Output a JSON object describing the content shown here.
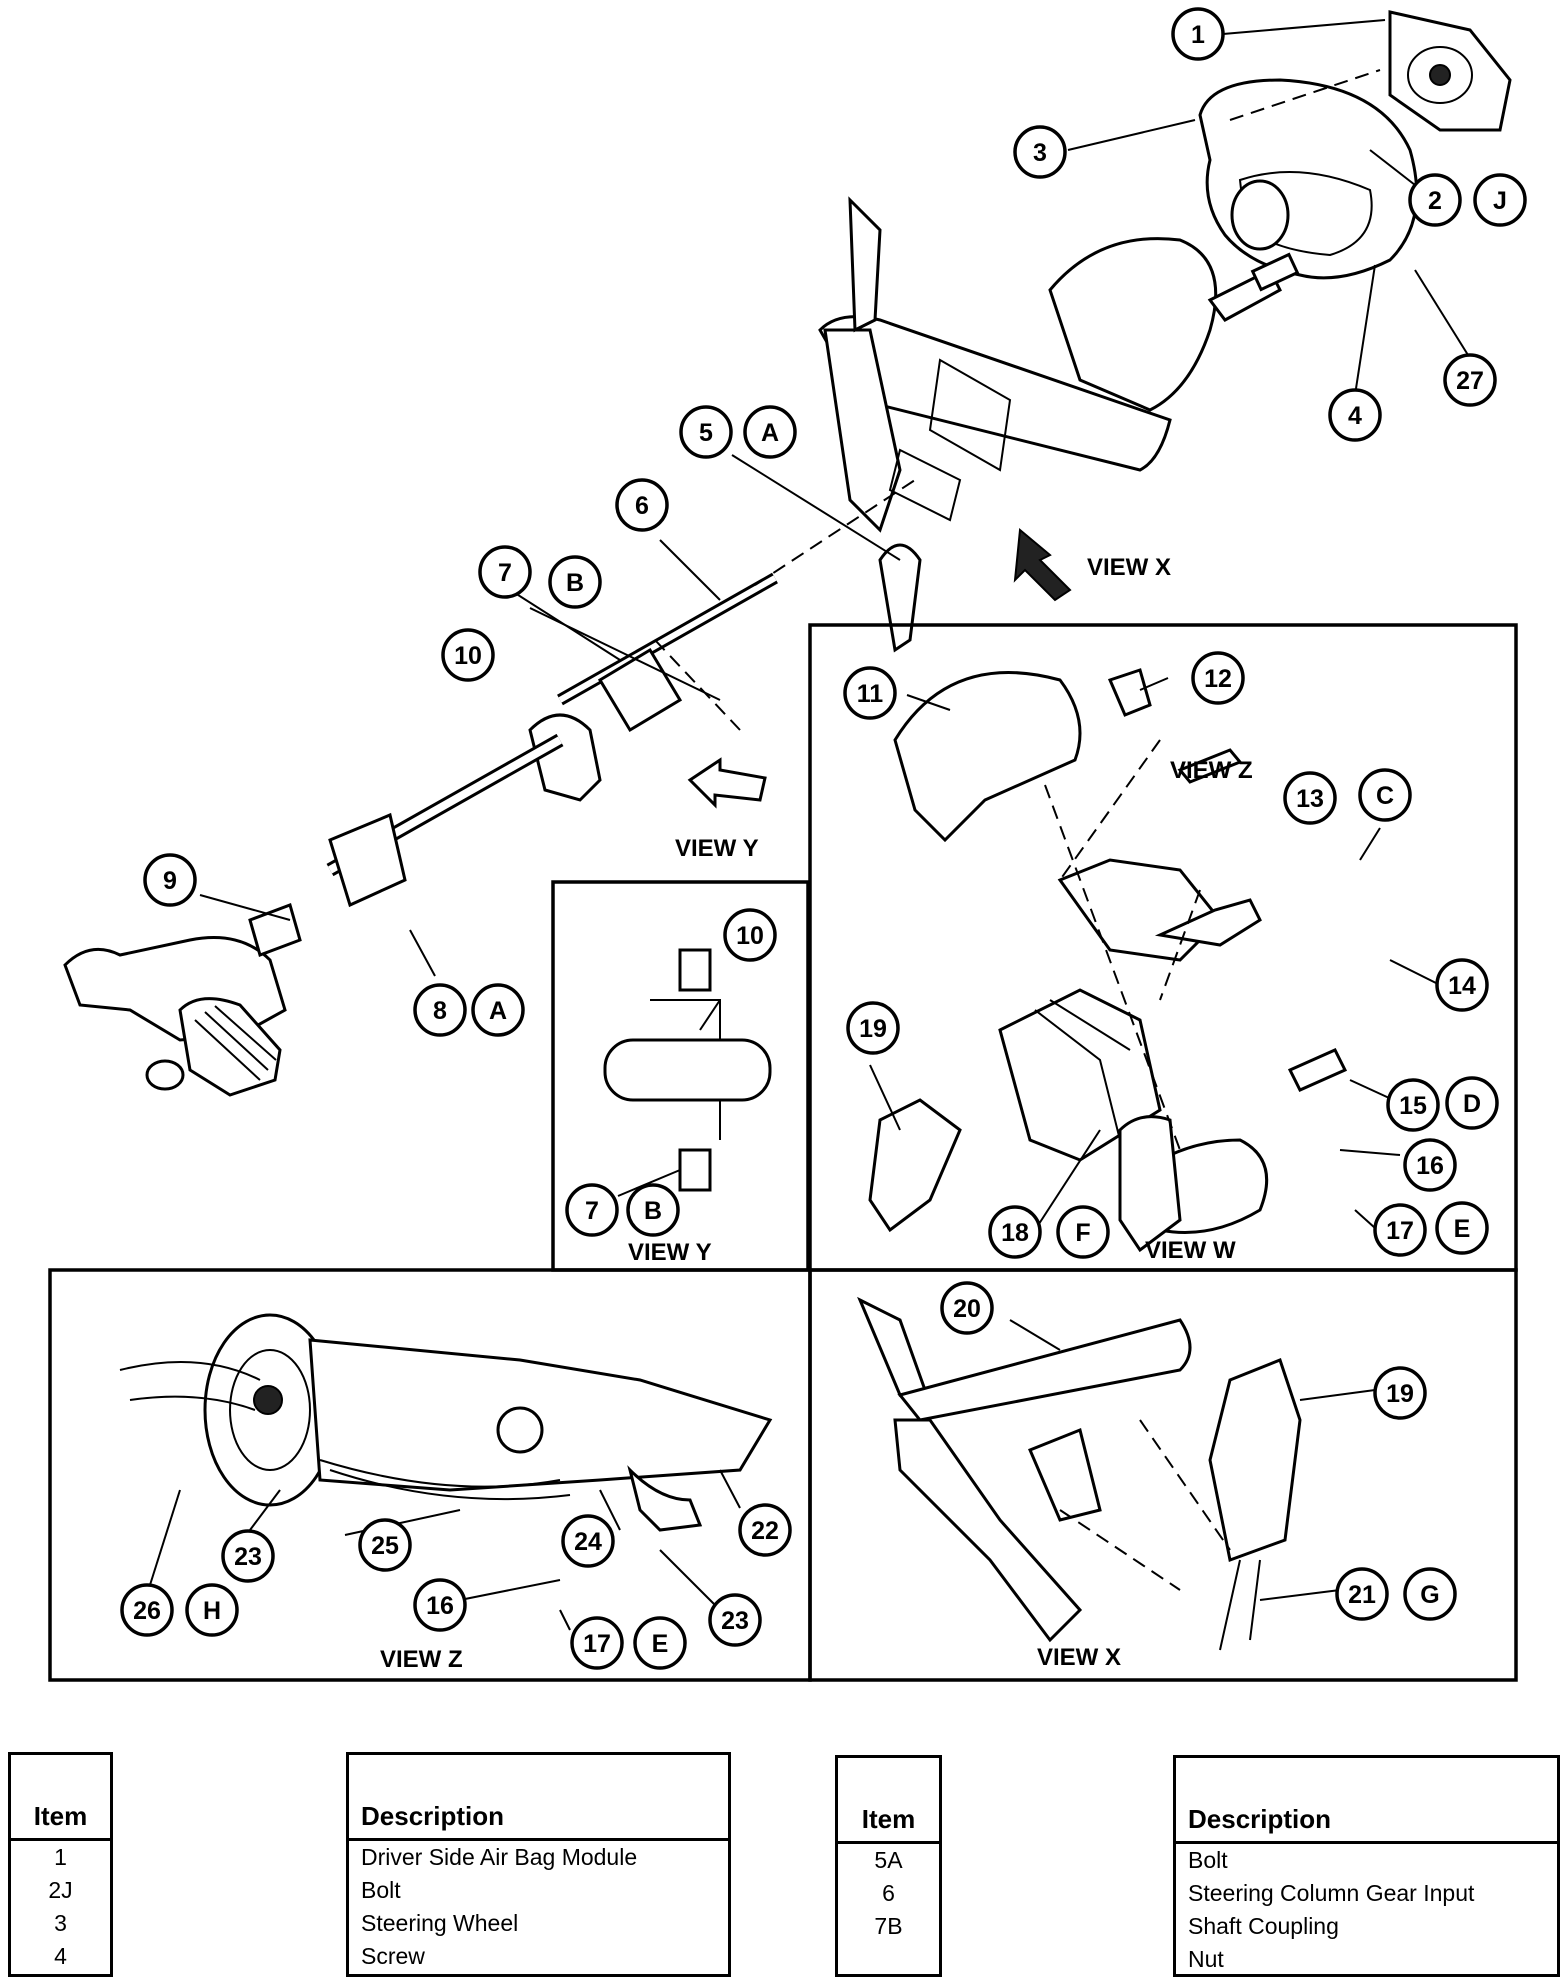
{
  "diagram": {
    "callouts": [
      "1",
      "2",
      "J",
      "3",
      "4",
      "27",
      "5",
      "A",
      "6",
      "7",
      "B",
      "10",
      "9",
      "8",
      "A",
      "11",
      "12",
      "13",
      "C",
      "14",
      "15",
      "D",
      "16",
      "17",
      "E",
      "18",
      "F",
      "19",
      "10",
      "7",
      "B",
      "20",
      "19",
      "21",
      "G",
      "23",
      "25",
      "24",
      "22",
      "26",
      "H",
      "16",
      "17",
      "E",
      "23"
    ],
    "view_labels": [
      "VIEW X",
      "VIEW Y",
      "VIEW Z",
      "VIEW Y",
      "VIEW W",
      "VIEW Z",
      "VIEW X"
    ]
  },
  "table1": {
    "item_header": "Item",
    "desc_header": "Description",
    "items": [
      "1",
      "2J",
      "3",
      "4"
    ],
    "descriptions": [
      "Driver Side Air Bag Module",
      "Bolt",
      "Steering Wheel",
      "Screw"
    ]
  },
  "table2": {
    "item_header": "Item",
    "desc_header": "Description",
    "items": [
      "5A",
      "6",
      "",
      "7B"
    ],
    "descriptions": [
      "Bolt",
      "Steering Column Gear Input",
      "Shaft Coupling",
      "Nut"
    ]
  }
}
